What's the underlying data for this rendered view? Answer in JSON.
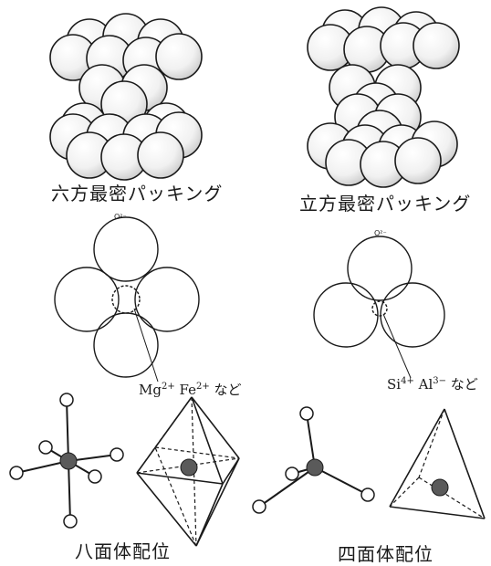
{
  "captions": {
    "hcp": "六方最密パッキング",
    "ccp": "立方最密パッキング",
    "octahedral": "八面体配位",
    "tetrahedral": "四面体配位"
  },
  "labels": {
    "oxygen_left": "O²⁻",
    "oxygen_right": "O²⁻",
    "ion_left": {
      "a": "Mg",
      "a_charge": "2+",
      "b": "Fe",
      "b_charge": "2+",
      "suffix": "など"
    },
    "ion_right": {
      "a": "Si",
      "a_charge": "4+",
      "b": "Al",
      "b_charge": "3−",
      "suffix": "など"
    }
  },
  "colors": {
    "ink": "#1a1a1a",
    "sphere_fill": "#f4f4f4",
    "cation_fill": "#5a5a5a",
    "background": "#ffffff"
  }
}
